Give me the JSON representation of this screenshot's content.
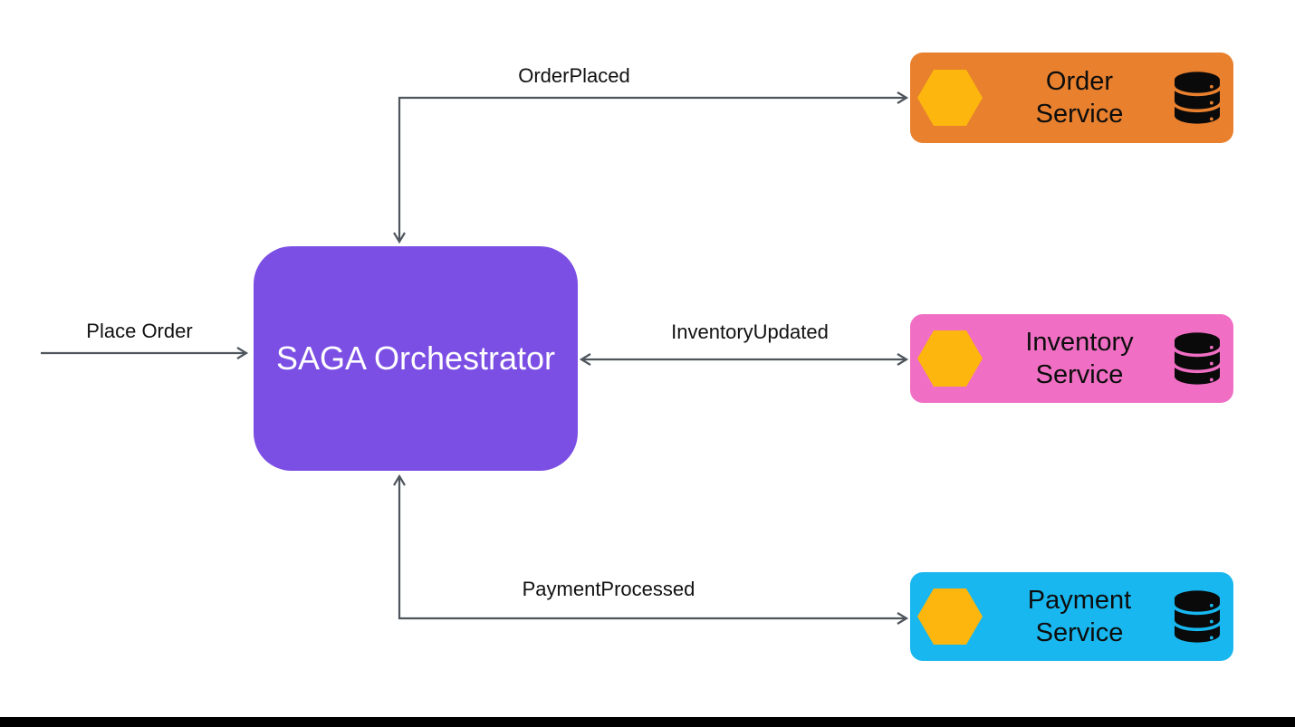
{
  "colors": {
    "background": "#FFFFFF",
    "arrow": "#4E555C",
    "hexagon": "#FCB60E",
    "database_icon": "#0A0A0A",
    "label_text": "#111111",
    "bottom_bar": "#000000"
  },
  "orchestrator": {
    "label": "SAGA Orchestrator",
    "color": "#7C4FE4",
    "text_color": "#FFFFFF"
  },
  "services": [
    {
      "id": "order",
      "label_line1": "Order",
      "label_line2": "Service",
      "color": "#E8802E"
    },
    {
      "id": "inventory",
      "label_line1": "Inventory",
      "label_line2": "Service",
      "color": "#F06FC4"
    },
    {
      "id": "payment",
      "label_line1": "Payment",
      "label_line2": "Service",
      "color": "#18B7EF"
    }
  ],
  "edges": {
    "place_order": {
      "label": "Place Order",
      "direction": "into orchestrator from left"
    },
    "order_placed": {
      "label": "OrderPlaced",
      "direction": "elbow, arrowheads into orchestrator top and into Order Service"
    },
    "inventory_updated": {
      "label": "InventoryUpdated",
      "direction": "double-headed between orchestrator and Inventory Service"
    },
    "payment_processed": {
      "label": "PaymentProcessed",
      "direction": "elbow, arrowheads into orchestrator bottom and into Payment Service"
    }
  }
}
